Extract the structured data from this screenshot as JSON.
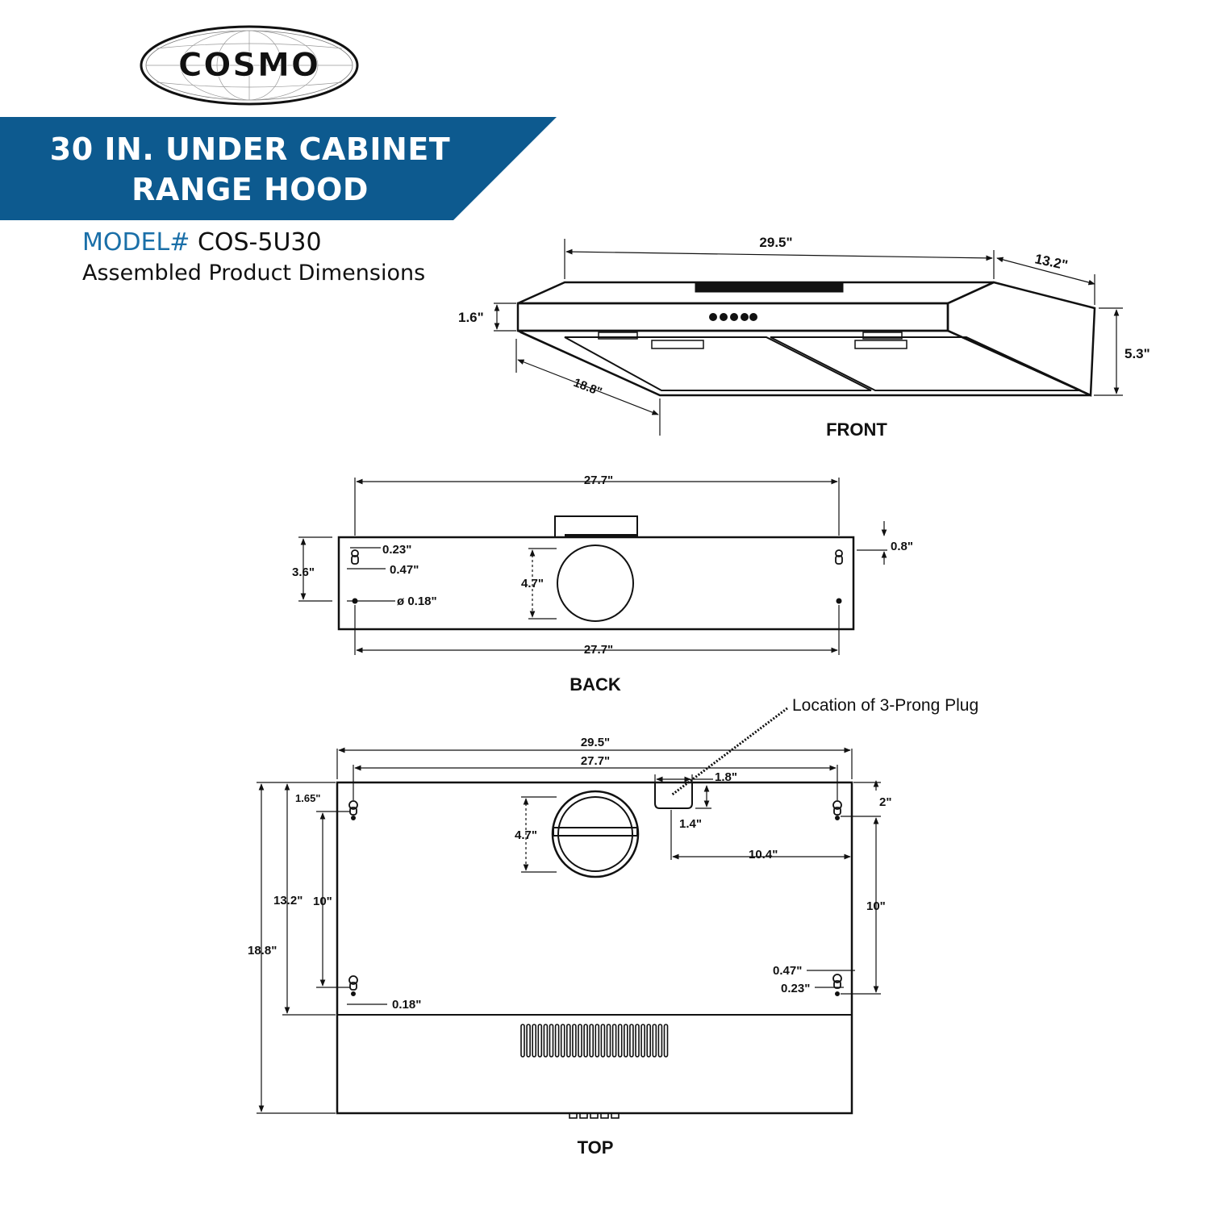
{
  "brand": {
    "logo_text": "COSMO",
    "accent_color": "#0d5a8f",
    "model_color": "#1a6fa8"
  },
  "header": {
    "title_line1": "30 IN. UNDER CABINET",
    "title_line2": "RANGE HOOD",
    "model_label": "MODEL#",
    "model_value": "COS-5U30",
    "subtitle": "Assembled Product Dimensions"
  },
  "views": {
    "front": {
      "label": "FRONT",
      "width": "29.5\"",
      "depth_top": "13.2\"",
      "front_height": "1.6\"",
      "side_depth": "18.8\"",
      "overall_height": "5.3\""
    },
    "back": {
      "label": "BACK",
      "top_span": "27.7\"",
      "bottom_span": "27.7\"",
      "height": "3.6\"",
      "hole_offset": "0.23\"",
      "hole_spacing": "0.47\"",
      "hole_diameter": "ø 0.18\"",
      "duct_diameter": "4.7\"",
      "right_offset": "0.8\""
    },
    "top": {
      "label": "TOP",
      "plug_note": "Location of 3-Prong Plug",
      "overall_width": "29.5\"",
      "hole_span": "27.7\"",
      "plug_width": "1.8\"",
      "plug_depth": "1.4\"",
      "plug_to_edge": "10.4\"",
      "left_top_offset": "1.65\"",
      "duct_diameter": "4.7\"",
      "depth_inner": "13.2\"",
      "hole_vertical_left": "10\"",
      "overall_depth": "18.8\"",
      "right_top_offset": "2\"",
      "hole_vertical_right": "10\"",
      "left_hole_offset": "0.18\"",
      "right_hole_spacing": "0.47\"",
      "right_hole_offset": "0.23\""
    }
  }
}
